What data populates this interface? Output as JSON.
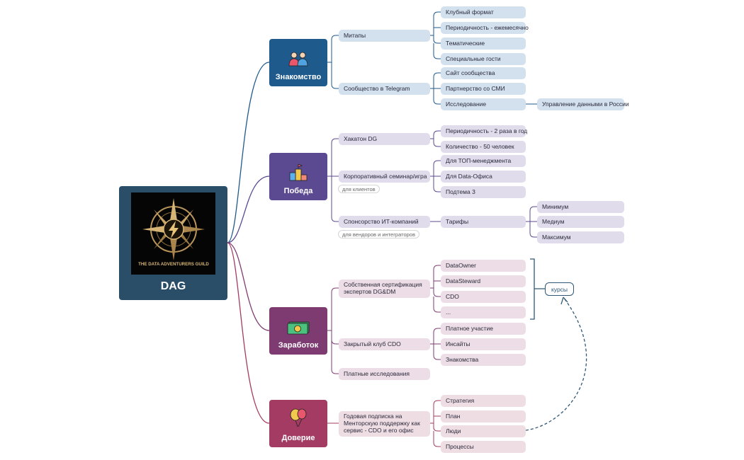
{
  "root": {
    "title": "DAG",
    "logo_text": "THE DATA ADVENTURERS GUILD",
    "logo_ring_text": "DATA ADVENTURERS GUILD"
  },
  "branches": {
    "znakomstvo": {
      "title": "Знакомство",
      "icon": "people-icon",
      "color": "#1f5a8c",
      "meetups": "Митапы",
      "meetups_items": [
        "Клубный формат",
        "Периодичность - ежемесячно",
        "Тематические",
        "Специальные гости"
      ],
      "telegram": "Сообщество в Telegram",
      "telegram_items": [
        "Сайт сообщества",
        "Партнерство со СМИ",
        "Исследование"
      ],
      "research_sub": "Управление данными в России"
    },
    "pobeda": {
      "title": "Победа",
      "icon": "podium-icon",
      "color": "#5b4a92",
      "hackathon": "Хакатон DG",
      "hackathon_items": [
        "Периодичность - 2 раза в год",
        "Количество - 50 человек"
      ],
      "seminar": "Корпоративный семинар/игра",
      "seminar_note": "для клиентов",
      "seminar_items": [
        "Для ТОП-менеджмента",
        "Для Data-Офиса",
        "Подтема 3"
      ],
      "sponsor": "Спонсорство ИТ-компаний",
      "sponsor_note": "для вендоров и интеграторов",
      "tariffs": "Тарифы",
      "tariff_items": [
        "Минимум",
        "Медиум",
        "Максимум"
      ]
    },
    "zarabotok": {
      "title": "Заработок",
      "icon": "money-icon",
      "color": "#7e3b72",
      "cert": "Собственная сертификация экспертов  DG&DM",
      "cert_items": [
        "DataOwner",
        "DataSteward",
        "CDO",
        "..."
      ],
      "courses": "курсы",
      "club": "Закрытый клуб CDO",
      "club_items": [
        "Платное участие",
        "Инсайты",
        "Знакомства"
      ],
      "research": "Платные исследования"
    },
    "doverie": {
      "title": "Доверие",
      "icon": "balloons-icon",
      "color": "#a33b62",
      "subscription": "Годовая подписка на Менторскую поддержку как сервис - CDO и его офис",
      "sub_items": [
        "Стратегия",
        "План",
        "Люди",
        "Процессы"
      ]
    }
  }
}
